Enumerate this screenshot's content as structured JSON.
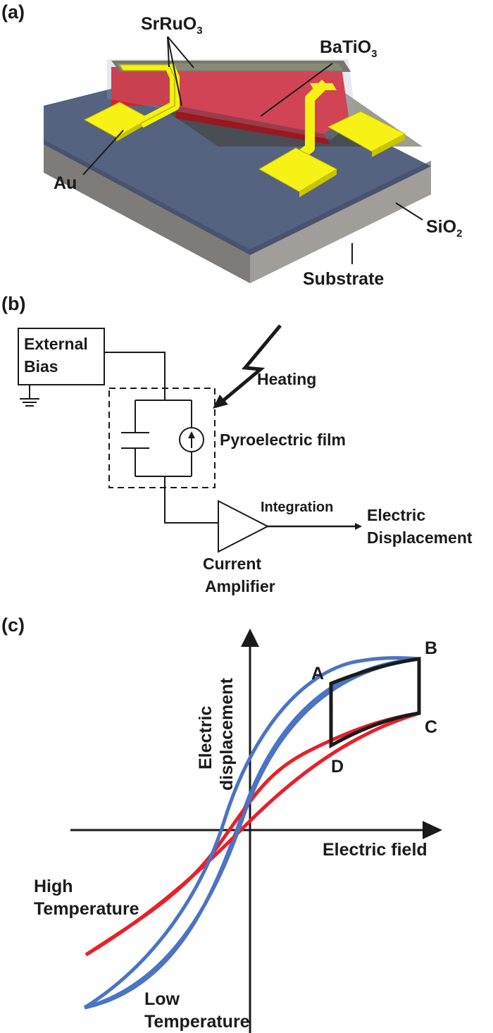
{
  "panel_a": {
    "tag": "(a)",
    "labels": {
      "srruo3": "SrRuO",
      "srruo3_sub": "3",
      "batio3": "BaTiO",
      "batio3_sub": "3",
      "au": "Au",
      "sio2": "SiO",
      "sio2_sub": "2",
      "substrate": "Substrate"
    },
    "colors": {
      "gold": "#f5f20f",
      "red": "#e0202a",
      "glass": "#4a5a7a",
      "substrate": "#8a8784"
    }
  },
  "panel_b": {
    "tag": "(b)",
    "labels": {
      "external_bias_1": "External",
      "external_bias_2": "Bias",
      "heating": "Heating",
      "pyro_film": "Pyroelectric film",
      "integration": "Integration",
      "out_1": "Electric",
      "out_2": "Displacement",
      "amp_1": "Current",
      "amp_2": "Amplifier"
    }
  },
  "panel_c": {
    "tag": "(c)",
    "labels": {
      "ylabel_1": "Electric",
      "ylabel_2": "displacement",
      "xlabel": "Electric field",
      "pt_a": "A",
      "pt_b": "B",
      "pt_c": "C",
      "pt_d": "D",
      "high_1": "High",
      "high_2": "Temperature",
      "low_1": "Low",
      "low_2": "Temperature"
    },
    "colors": {
      "low_temp": "#4a74c4",
      "high_temp": "#e8202a",
      "cycle": "#1a1a1a"
    }
  }
}
